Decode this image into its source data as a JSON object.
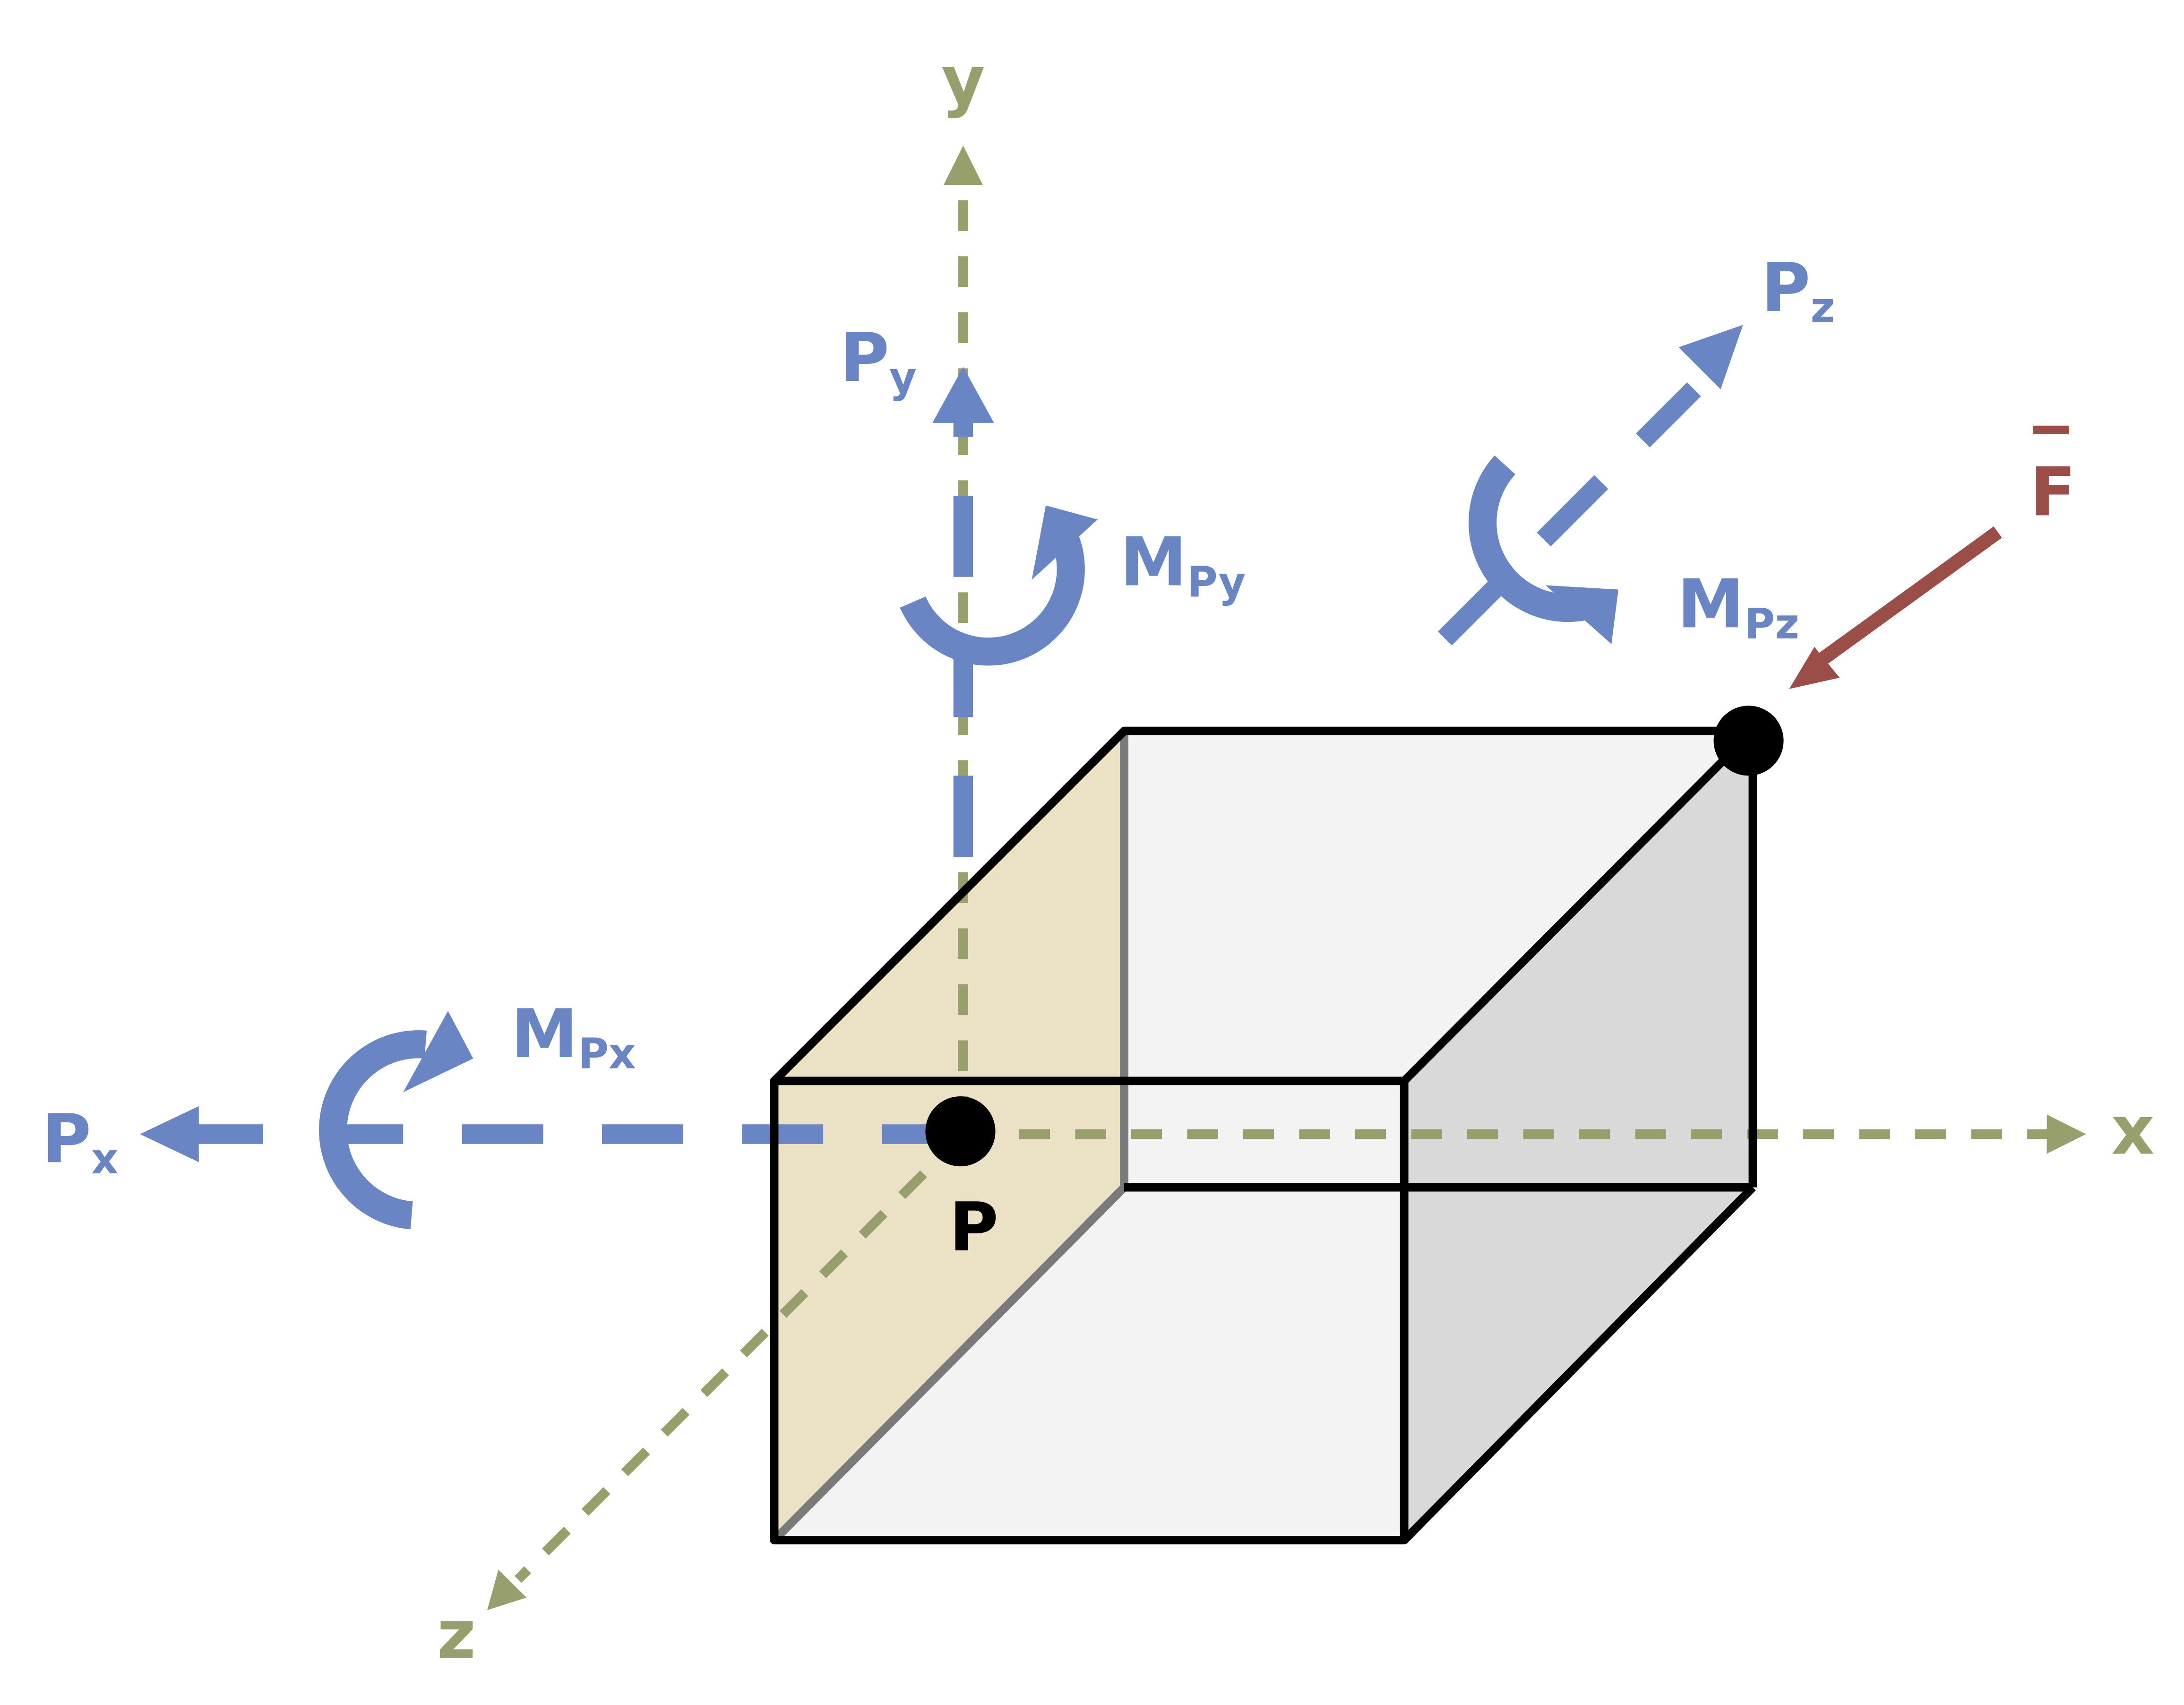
{
  "colors": {
    "axis": "#97a06c",
    "reaction": "#6a85c4",
    "force": "#9b4d48",
    "outline": "#000000",
    "face_left": "#ebe1c5",
    "face_right": "#d9d9d9",
    "face_top": "#f3f3f3"
  },
  "labels": {
    "x_axis": "x",
    "y_axis": "y",
    "z_axis": "z",
    "point": "P",
    "force": "F",
    "px_main": "P",
    "px_sub": "x",
    "py_main": "P",
    "py_sub": "y",
    "pz_main": "P",
    "pz_sub": "z",
    "mpx_main": "M",
    "mpx_sub": "Px",
    "mpy_main": "M",
    "mpy_sub": "Py",
    "mpz_main": "M",
    "mpz_sub": "Pz"
  }
}
